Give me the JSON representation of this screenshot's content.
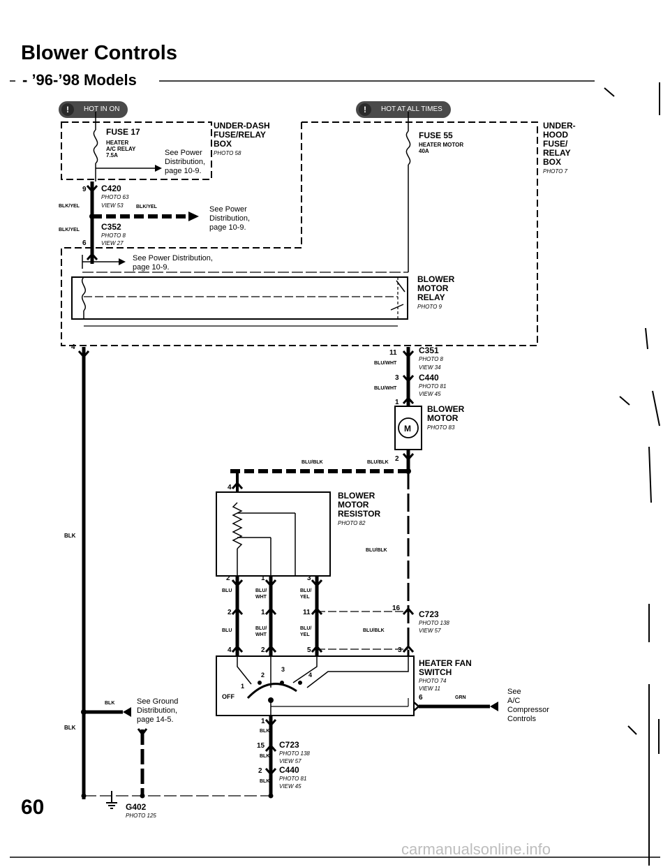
{
  "header": {
    "title": "Blower Controls",
    "subtitle": "- ’96-’98 Models",
    "page_number": "60",
    "watermark": "carmanualsonline.info"
  },
  "badges": {
    "hot_in_on": "HOT IN ON",
    "hot_at_all_times": "HOT AT ALL TIMES"
  },
  "boxes": {
    "underdash_box": {
      "lines": [
        "UNDER-DASH",
        "FUSE/RELAY",
        "BOX"
      ],
      "photo": "PHOTO 58"
    },
    "underhood_box": {
      "lines": [
        "UNDER-",
        "HOOD",
        "FUSE/",
        "RELAY",
        "BOX"
      ],
      "photo": "PHOTO 7"
    }
  },
  "fuses": {
    "fuse17": {
      "name": "FUSE 17",
      "circuit": [
        "HEATER",
        "A/C RELAY"
      ],
      "rating": "7.5A"
    },
    "fuse55": {
      "name": "FUSE 55",
      "circuit": "HEATER MOTOR",
      "rating": "40A"
    }
  },
  "see_refs": {
    "power1": [
      "See Power",
      "Distribution,",
      "page 10-9."
    ],
    "power2": [
      "See Power",
      "Distribution,",
      "page 10-9."
    ],
    "power3": [
      "See Power Distribution,",
      "page 10-9."
    ],
    "ground": [
      "See Ground",
      "Distribution,",
      "page 14-5."
    ],
    "ac": [
      "See",
      "A/C",
      "Compressor",
      "Controls"
    ]
  },
  "connectors": {
    "c420": {
      "name": "C420",
      "pin": "9",
      "photo": "PHOTO 63",
      "view": "VIEW 53"
    },
    "c352": {
      "name": "C352",
      "pin": "6",
      "photo": "PHOTO 8",
      "view": "VIEW 27"
    },
    "c351": {
      "name": "C351",
      "pin": "11",
      "photo": "PHOTO 8",
      "view": "VIEW 34"
    },
    "c440a": {
      "name": "C440",
      "pin": "3",
      "photo": "PHOTO 81",
      "view": "VIEW 45"
    },
    "c723a": {
      "name": "C723",
      "pin": "16",
      "photo": "PHOTO 138",
      "view": "VIEW 57"
    },
    "c723b": {
      "name": "C723",
      "pin": "15",
      "photo": "PHOTO 138",
      "view": "VIEW 57"
    },
    "c440b": {
      "name": "C440",
      "pin": "2",
      "photo": "PHOTO 81",
      "view": "VIEW 45"
    }
  },
  "components": {
    "relay": {
      "lines": [
        "BLOWER",
        "MOTOR",
        "RELAY"
      ],
      "photo": "PHOTO 9",
      "pin": "4"
    },
    "motor": {
      "lines": [
        "BLOWER",
        "MOTOR"
      ],
      "photo": "PHOTO 83",
      "symbol": "M",
      "pin_top": "1",
      "pin_bottom": "2"
    },
    "resistor": {
      "lines": [
        "BLOWER",
        "MOTOR",
        "RESISTOR"
      ],
      "photo": "PHOTO 82",
      "pin_top": "4",
      "pins": [
        "2",
        "1",
        "3"
      ]
    },
    "switch": {
      "lines": [
        "HEATER FAN",
        "SWITCH"
      ],
      "photo": "PHOTO 74",
      "view": "VIEW 11",
      "off_label": "OFF",
      "pins_top": [
        "2",
        "3",
        "4"
      ],
      "pin_left": "1",
      "pin_right": "6",
      "pin_bottom": "1",
      "pins_row": [
        "2",
        "1",
        "11"
      ],
      "pins_row2": [
        "4",
        "2",
        "5",
        "3"
      ]
    },
    "ground": {
      "name": "G402",
      "photo": "PHOTO 125"
    }
  },
  "wires": {
    "blk_yel": "BLK/YEL",
    "blu_wht": "BLU/WHT",
    "blu_blk": "BLU/BLK",
    "blk": "BLK",
    "blu": "BLU",
    "blu_wht_split": [
      "BLU/",
      "WHT"
    ],
    "blu_yel_split": [
      "BLU/",
      "YEL"
    ],
    "grn": "GRN"
  }
}
